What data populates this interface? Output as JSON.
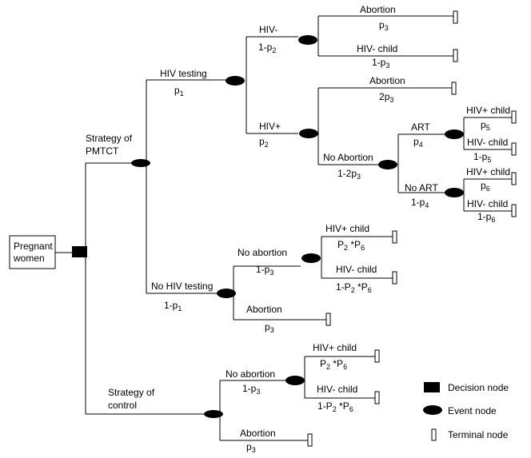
{
  "root": {
    "line1": "Pregnant",
    "line2": "women"
  },
  "labels": {
    "strategy_pmtct_1": "Strategy of",
    "strategy_pmtct_2": "PMTCT",
    "strategy_control_1": "Strategy of",
    "strategy_control_2": "control",
    "hiv_testing": "HIV testing",
    "no_hiv_testing": "No HIV testing",
    "hiv_neg": "HIV-",
    "hiv_pos": "HIV+",
    "abortion": "Abortion",
    "no_abortion": "No Abortion",
    "no_abortion_lc": "No abortion",
    "hiv_neg_child": "HIV- child",
    "hiv_pos_child": "HIV+ child",
    "art": "ART",
    "no_art": "No ART"
  },
  "probs": {
    "p": "p",
    "P": "P",
    "one_minus": "1-",
    "two": "2",
    "one_minus_two": "1-2",
    "star": " *",
    "sub1": "1",
    "sub2": "2",
    "sub3": "3",
    "sub4": "4",
    "sub5": "5",
    "sub6": "6"
  },
  "legend": {
    "decision": "Decision node",
    "event": "Event node",
    "terminal": "Terminal node"
  }
}
